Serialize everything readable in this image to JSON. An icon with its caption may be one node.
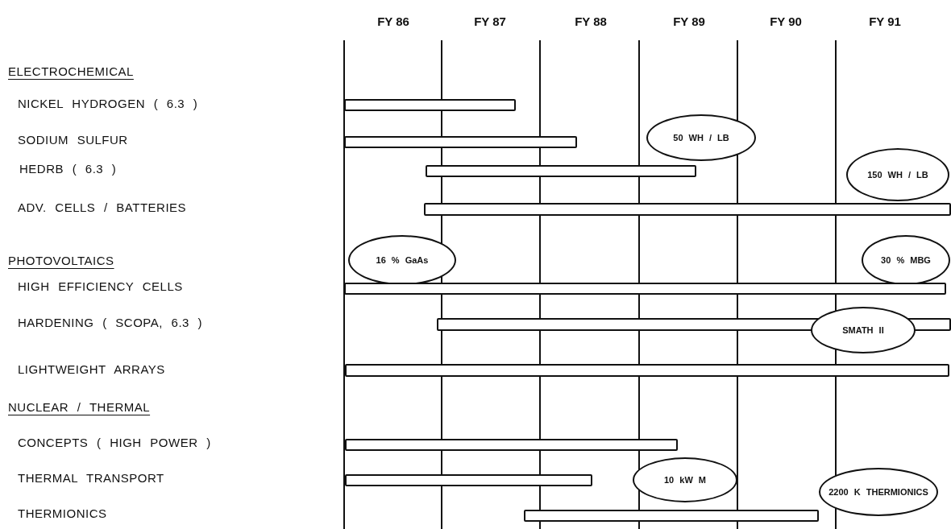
{
  "diagram": {
    "nodes": [
      {
        "text": [],
        "shape": "bar"
      },
      {
        "text": [
          "50 WH / LB"
        ]
      },
      {
        "text": [],
        "shape": "bar"
      },
      {
        "text": [
          "150 WH / LB"
        ]
      },
      {
        "text": [],
        "shape": "bar"
      },
      {
        "text": [],
        "shape": "bar"
      },
      {
        "text": [
          "16 % GaAs"
        ]
      },
      {
        "text": [
          "30 % MBG"
        ]
      },
      {
        "text": [],
        "shape": "bar"
      },
      {
        "text": [],
        "shape": "bar"
      },
      {
        "text": [
          "SMATH II"
        ]
      },
      {
        "text": [],
        "shape": "bar"
      },
      {
        "text": [],
        "shape": "bar"
      },
      {
        "text": [],
        "shape": "bar"
      },
      {
        "text": [
          "10 kW M"
        ]
      },
      {
        "text": [
          "2200 K THERMIONICS"
        ]
      },
      {
        "text": [],
        "shape": "bar"
      }
    ],
    "labels": [
      "FY 86",
      "FY 87",
      "FY 88",
      "FY 89",
      "FY 90",
      "FY 91",
      "ELECTROCHEMICAL",
      "NICKEL HYDROGEN ( 6.3 )",
      "SODIUM SULFUR",
      "HEDRB ( 6.3 )",
      "ADV. CELLS / BATTERIES",
      "PHOTOVOLTAICS",
      "HIGH EFFICIENCY CELLS",
      "HARDENING ( SCOPA, 6.3 )",
      "LIGHTWEIGHT ARRAYS",
      "NUCLEAR / THERMAL",
      "CONCEPTS ( HIGH POWER )",
      "THERMAL TRANSPORT",
      "THERMIONICS"
    ]
  }
}
